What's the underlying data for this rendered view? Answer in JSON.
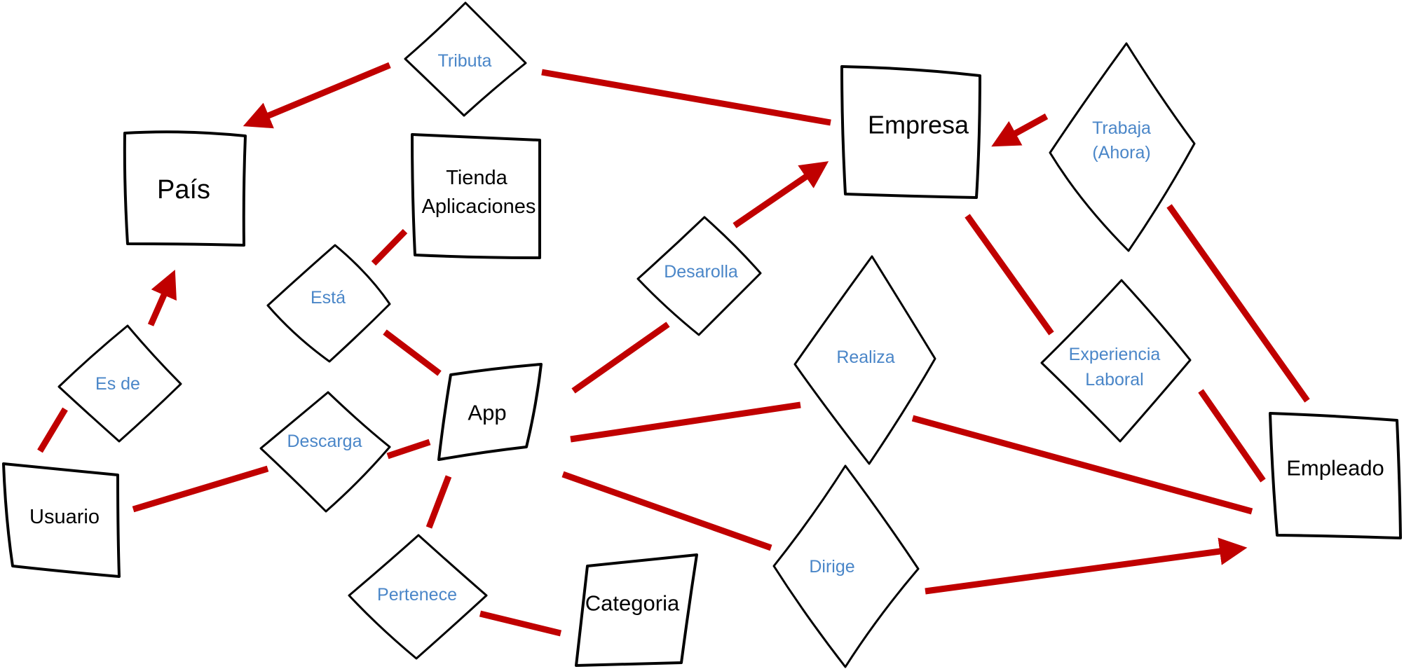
{
  "colors": {
    "edge": "#c00000",
    "entity_text": "#000000",
    "relationship_text": "#4a86c8",
    "outline": "#000000"
  },
  "entities": {
    "pais": "País",
    "tienda_1": "Tienda",
    "tienda_2": "Aplicaciones",
    "empresa": "Empresa",
    "usuario": "Usuario",
    "app": "App",
    "categoria": "Categoria",
    "empleado": "Empleado"
  },
  "relationships": {
    "tributa": "Tributa",
    "trabaja_1": "Trabaja",
    "trabaja_2": "(Ahora)",
    "esta": "Está",
    "desarolla": "Desarolla",
    "es_de": "Es de",
    "realiza": "Realiza",
    "experiencia_1": "Experiencia",
    "experiencia_2": "Laboral",
    "descarga": "Descarga",
    "pertenece": "Pertenece",
    "dirige": "Dirige"
  }
}
